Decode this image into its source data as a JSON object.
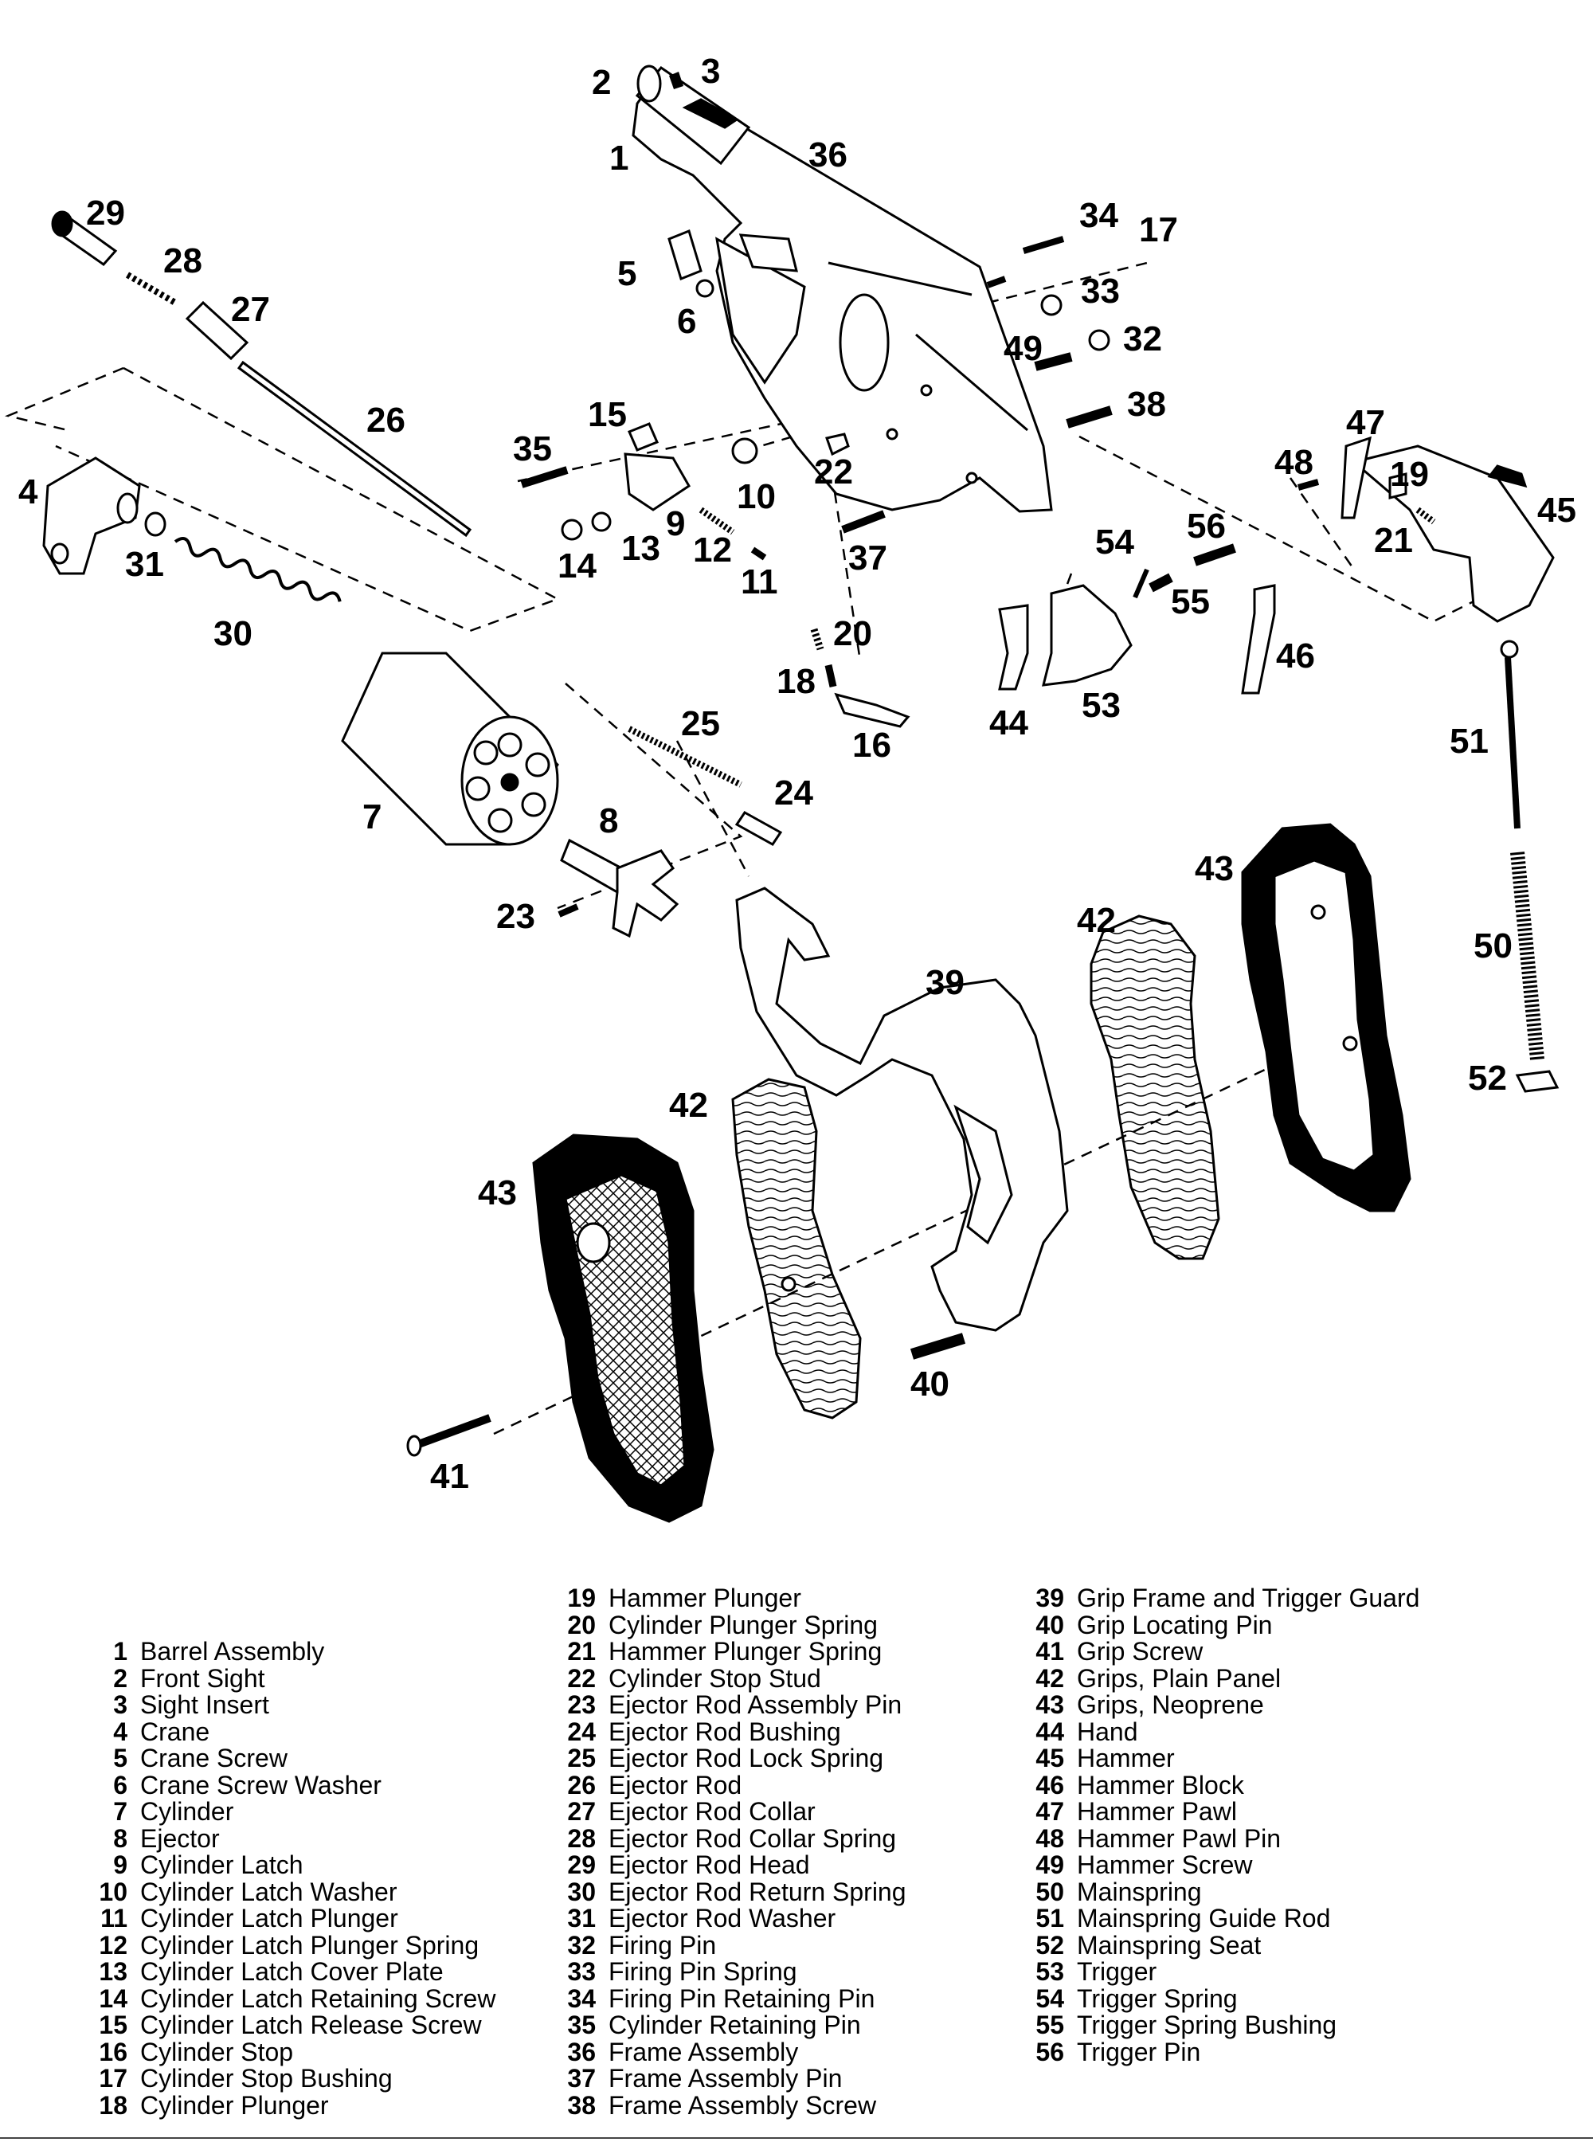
{
  "callouts": {
    "c1": "1",
    "c2": "2",
    "c3": "3",
    "c4": "4",
    "c5": "5",
    "c6": "6",
    "c7": "7",
    "c8": "8",
    "c9": "9",
    "c10": "10",
    "c11": "11",
    "c12": "12",
    "c13": "13",
    "c14": "14",
    "c15": "15",
    "c16": "16",
    "c17": "17",
    "c18": "18",
    "c19": "19",
    "c20": "20",
    "c21": "21",
    "c22": "22",
    "c23": "23",
    "c24": "24",
    "c25": "25",
    "c26": "26",
    "c27": "27",
    "c28": "28",
    "c29": "29",
    "c30": "30",
    "c31": "31",
    "c32": "32",
    "c33": "33",
    "c34": "34",
    "c35": "35",
    "c36": "36",
    "c37": "37",
    "c38": "38",
    "c39": "39",
    "c40": "40",
    "c41": "41",
    "c42": "42",
    "c43": "43",
    "c44": "44",
    "c45": "45",
    "c46": "46",
    "c47": "47",
    "c48": "48",
    "c49": "49",
    "c50": "50",
    "c51": "51",
    "c52": "52",
    "c53": "53",
    "c54": "54",
    "c55": "55",
    "c56": "56"
  },
  "legend": {
    "col1": [
      {
        "num": "1",
        "name": "Barrel Assembly"
      },
      {
        "num": "2",
        "name": "Front Sight"
      },
      {
        "num": "3",
        "name": "Sight Insert"
      },
      {
        "num": "4",
        "name": "Crane"
      },
      {
        "num": "5",
        "name": "Crane Screw"
      },
      {
        "num": "6",
        "name": "Crane Screw Washer"
      },
      {
        "num": "7",
        "name": "Cylinder"
      },
      {
        "num": "8",
        "name": "Ejector"
      },
      {
        "num": "9",
        "name": "Cylinder Latch"
      },
      {
        "num": "10",
        "name": "Cylinder Latch Washer"
      },
      {
        "num": "11",
        "name": "Cylinder Latch Plunger"
      },
      {
        "num": "12",
        "name": "Cylinder Latch Plunger Spring"
      },
      {
        "num": "13",
        "name": "Cylinder Latch Cover Plate"
      },
      {
        "num": "14",
        "name": "Cylinder Latch Retaining Screw"
      },
      {
        "num": "15",
        "name": "Cylinder Latch Release Screw"
      },
      {
        "num": "16",
        "name": "Cylinder Stop"
      },
      {
        "num": "17",
        "name": "Cylinder Stop Bushing"
      },
      {
        "num": "18",
        "name": "Cylinder Plunger"
      }
    ],
    "col2": [
      {
        "num": "19",
        "name": "Hammer Plunger"
      },
      {
        "num": "20",
        "name": "Cylinder Plunger Spring"
      },
      {
        "num": "21",
        "name": "Hammer Plunger Spring"
      },
      {
        "num": "22",
        "name": "Cylinder Stop Stud"
      },
      {
        "num": "23",
        "name": "Ejector Rod Assembly Pin"
      },
      {
        "num": "24",
        "name": "Ejector Rod Bushing"
      },
      {
        "num": "25",
        "name": "Ejector Rod Lock Spring"
      },
      {
        "num": "26",
        "name": "Ejector Rod"
      },
      {
        "num": "27",
        "name": "Ejector Rod Collar"
      },
      {
        "num": "28",
        "name": "Ejector Rod Collar Spring"
      },
      {
        "num": "29",
        "name": "Ejector Rod Head"
      },
      {
        "num": "30",
        "name": "Ejector Rod Return Spring"
      },
      {
        "num": "31",
        "name": "Ejector Rod Washer"
      },
      {
        "num": "32",
        "name": "Firing Pin"
      },
      {
        "num": "33",
        "name": "Firing Pin Spring"
      },
      {
        "num": "34",
        "name": "Firing Pin Retaining Pin"
      },
      {
        "num": "35",
        "name": "Cylinder Retaining Pin"
      },
      {
        "num": "36",
        "name": "Frame Assembly"
      },
      {
        "num": "37",
        "name": "Frame Assembly Pin"
      },
      {
        "num": "38",
        "name": "Frame Assembly Screw"
      }
    ],
    "col3": [
      {
        "num": "39",
        "name": "Grip Frame and Trigger Guard"
      },
      {
        "num": "40",
        "name": "Grip Locating Pin"
      },
      {
        "num": "41",
        "name": "Grip Screw"
      },
      {
        "num": "42",
        "name": "Grips, Plain Panel"
      },
      {
        "num": "43",
        "name": "Grips, Neoprene"
      },
      {
        "num": "44",
        "name": "Hand"
      },
      {
        "num": "45",
        "name": "Hammer"
      },
      {
        "num": "46",
        "name": "Hammer Block"
      },
      {
        "num": "47",
        "name": "Hammer Pawl"
      },
      {
        "num": "48",
        "name": "Hammer Pawl Pin"
      },
      {
        "num": "49",
        "name": "Hammer Screw"
      },
      {
        "num": "50",
        "name": "Mainspring"
      },
      {
        "num": "51",
        "name": "Mainspring Guide Rod"
      },
      {
        "num": "52",
        "name": "Mainspring Seat"
      },
      {
        "num": "53",
        "name": "Trigger"
      },
      {
        "num": "54",
        "name": "Trigger Spring"
      },
      {
        "num": "55",
        "name": "Trigger Spring Bushing"
      },
      {
        "num": "56",
        "name": "Trigger Pin"
      }
    ]
  }
}
